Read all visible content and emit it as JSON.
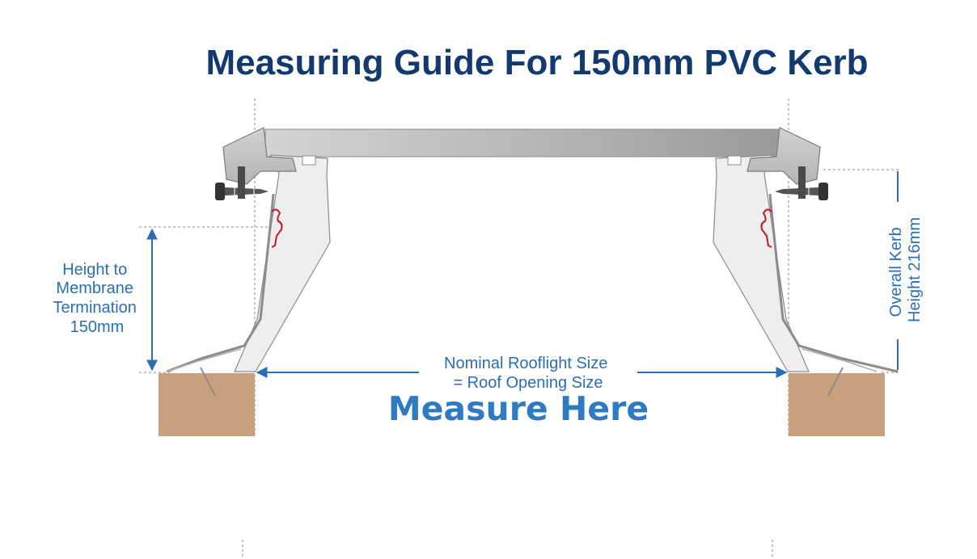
{
  "title": "Measuring Guide For 150mm PVC Kerb",
  "labels": {
    "height_line_1": "Height to",
    "height_line_2": "Membrane",
    "height_line_3": "Termination",
    "height_line_4": "150mm",
    "nominal_line_1": "Nominal Rooflight Size",
    "nominal_line_2": "= Roof Opening Size",
    "measure_here": "Measure Here",
    "overall_line_1": "Overall Kerb",
    "overall_line_2": "Height 216mm"
  },
  "colors": {
    "title": "#123a6e",
    "label": "#2a6fb5",
    "timber": "#c9a07e",
    "kerb": "#eeeef0",
    "cap": "#c4c4c4",
    "glass": "#a8a8a8",
    "seal": "#c0181e"
  },
  "icons": [
    "screw-icon",
    "bolt-icon"
  ]
}
